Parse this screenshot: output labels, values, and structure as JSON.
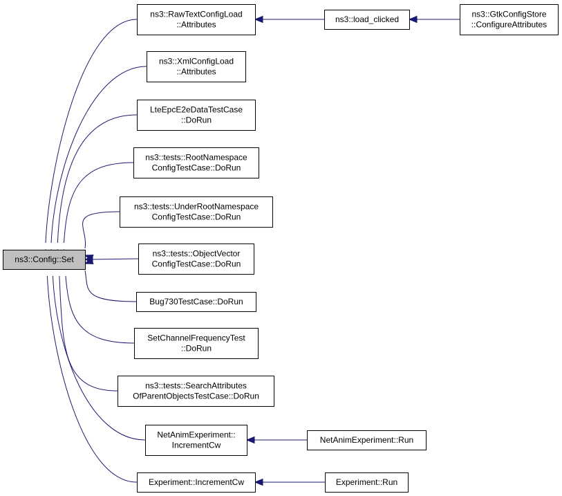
{
  "nodes": [
    {
      "id": "config-set",
      "lines": [
        "ns3::Config::Set"
      ],
      "root": true
    },
    {
      "id": "rawtext-attrs",
      "lines": [
        "ns3::RawTextConfigLoad",
        "::Attributes"
      ]
    },
    {
      "id": "xml-attrs",
      "lines": [
        "ns3::XmlConfigLoad",
        "::Attributes"
      ]
    },
    {
      "id": "lte-dorun",
      "lines": [
        "LteEpcE2eDataTestCase",
        "::DoRun"
      ]
    },
    {
      "id": "rootns-dorun",
      "lines": [
        "ns3::tests::RootNamespace",
        "ConfigTestCase::DoRun"
      ]
    },
    {
      "id": "underroot-dorun",
      "lines": [
        "ns3::tests::UnderRootNamespace",
        "ConfigTestCase::DoRun"
      ]
    },
    {
      "id": "objvec-dorun",
      "lines": [
        "ns3::tests::ObjectVector",
        "ConfigTestCase::DoRun"
      ]
    },
    {
      "id": "bug730-dorun",
      "lines": [
        "Bug730TestCase::DoRun"
      ]
    },
    {
      "id": "setchan-dorun",
      "lines": [
        "SetChannelFrequencyTest",
        "::DoRun"
      ]
    },
    {
      "id": "searchattr-dorun",
      "lines": [
        "ns3::tests::SearchAttributes",
        "OfParentObjectsTestCase::DoRun"
      ]
    },
    {
      "id": "netanim-inccw",
      "lines": [
        "NetAnimExperiment::",
        "IncrementCw"
      ]
    },
    {
      "id": "exp-inccw",
      "lines": [
        "Experiment::IncrementCw"
      ]
    },
    {
      "id": "load-clicked",
      "lines": [
        "ns3::load_clicked"
      ]
    },
    {
      "id": "gtk-configure",
      "lines": [
        "ns3::GtkConfigStore",
        "::ConfigureAttributes"
      ]
    },
    {
      "id": "netanim-run",
      "lines": [
        "NetAnimExperiment::Run"
      ]
    },
    {
      "id": "exp-run",
      "lines": [
        "Experiment::Run"
      ]
    }
  ],
  "edges": [
    {
      "from": "rawtext-attrs",
      "to": "config-set"
    },
    {
      "from": "xml-attrs",
      "to": "config-set"
    },
    {
      "from": "lte-dorun",
      "to": "config-set"
    },
    {
      "from": "rootns-dorun",
      "to": "config-set"
    },
    {
      "from": "underroot-dorun",
      "to": "config-set"
    },
    {
      "from": "objvec-dorun",
      "to": "config-set"
    },
    {
      "from": "bug730-dorun",
      "to": "config-set"
    },
    {
      "from": "setchan-dorun",
      "to": "config-set"
    },
    {
      "from": "searchattr-dorun",
      "to": "config-set"
    },
    {
      "from": "netanim-inccw",
      "to": "config-set"
    },
    {
      "from": "exp-inccw",
      "to": "config-set"
    },
    {
      "from": "load-clicked",
      "to": "rawtext-attrs"
    },
    {
      "from": "gtk-configure",
      "to": "load-clicked"
    },
    {
      "from": "netanim-run",
      "to": "netanim-inccw"
    },
    {
      "from": "exp-run",
      "to": "exp-inccw"
    }
  ]
}
